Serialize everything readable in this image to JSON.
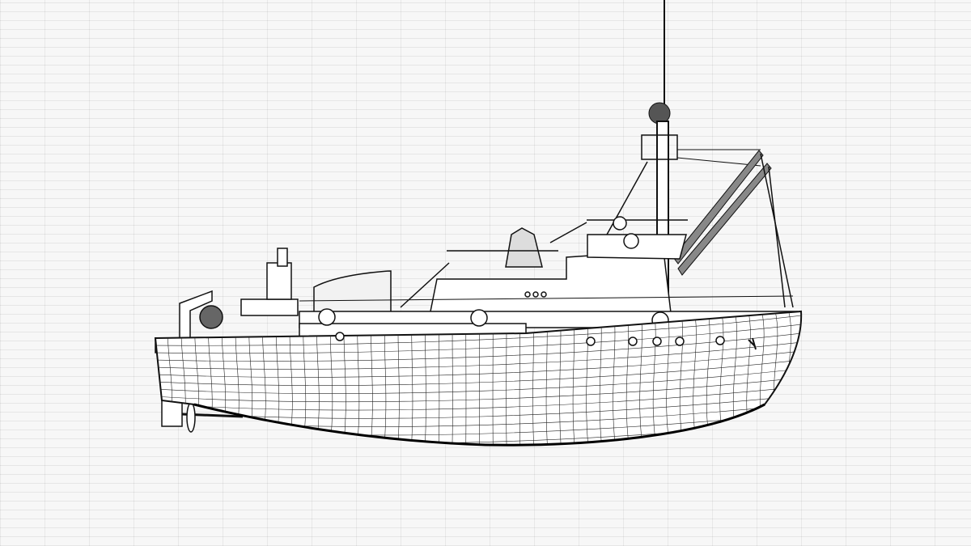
{
  "scene": {
    "subject": "ship-wireframe",
    "colors": {
      "background": "#f7f7f7",
      "grid": "#e2e2e2",
      "line": "#111111",
      "fill": "#ffffff",
      "dark": "#000000"
    },
    "hull_ribs": 48,
    "hull_waterlines": 14,
    "portholes": 6
  }
}
